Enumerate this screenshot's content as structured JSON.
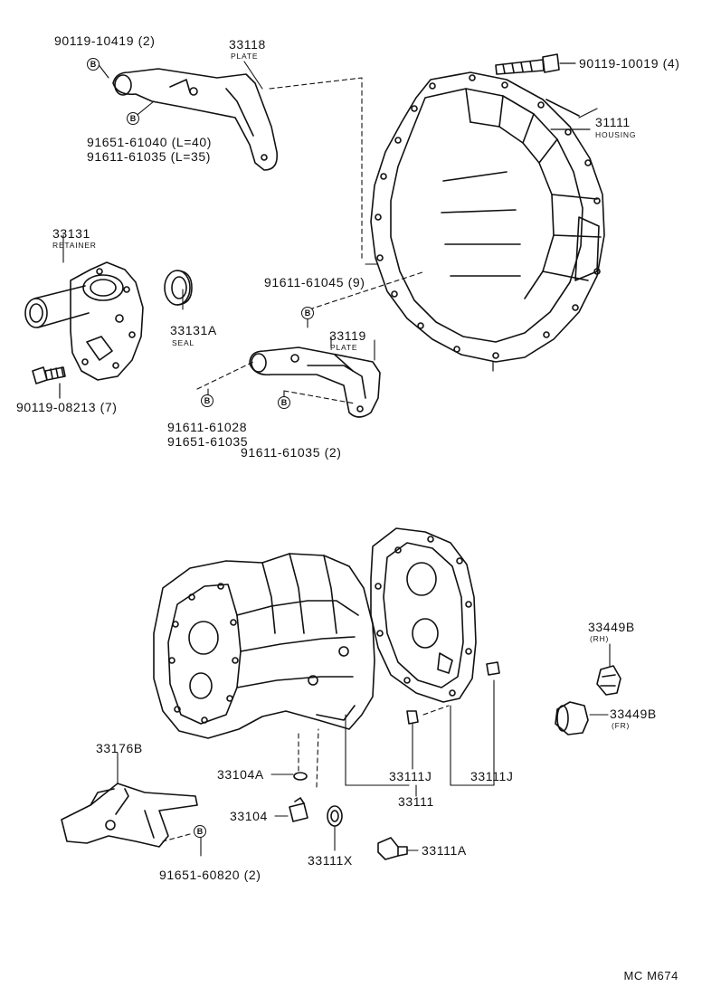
{
  "diagram": {
    "code": "MC  M674",
    "labels": {
      "p90119_10419": "90119-10419 (2)",
      "p33118": "33118",
      "p33118_desc": "PLATE",
      "p91651_61040": "91651-61040 (L=40)",
      "p91611_61035_l35": "91611-61035 (L=35)",
      "p90119_10019": "90119-10019 (4)",
      "p31111": "31111",
      "p31111_desc": "HOUSING",
      "p33131": "33131",
      "p33131_desc": "RETAINER",
      "p33131a": "33131A",
      "p33131a_desc": "SEAL",
      "p91611_61045": "91611-61045 (9)",
      "p33119": "33119",
      "p33119_desc": "PLATE",
      "p90119_08213": "90119-08213 (7)",
      "p91611_61028": "91611-61028",
      "p91651_61035": "91651-61035",
      "p91611_61035_2": "91611-61035 (2)",
      "p33449b_rh": "33449B",
      "p33449b_rh_desc": "(RH)",
      "p33449b_fr": "33449B",
      "p33449b_fr_desc": "(FR)",
      "p33176b": "33176B",
      "p33104a": "33104A",
      "p33111j_a": "33111J",
      "p33111j_b": "33111J",
      "p33111": "33111",
      "p33104": "33104",
      "p33111x": "33111X",
      "p33111a": "33111A",
      "p91651_60820": "91651-60820 (2)"
    },
    "marker": "B"
  }
}
